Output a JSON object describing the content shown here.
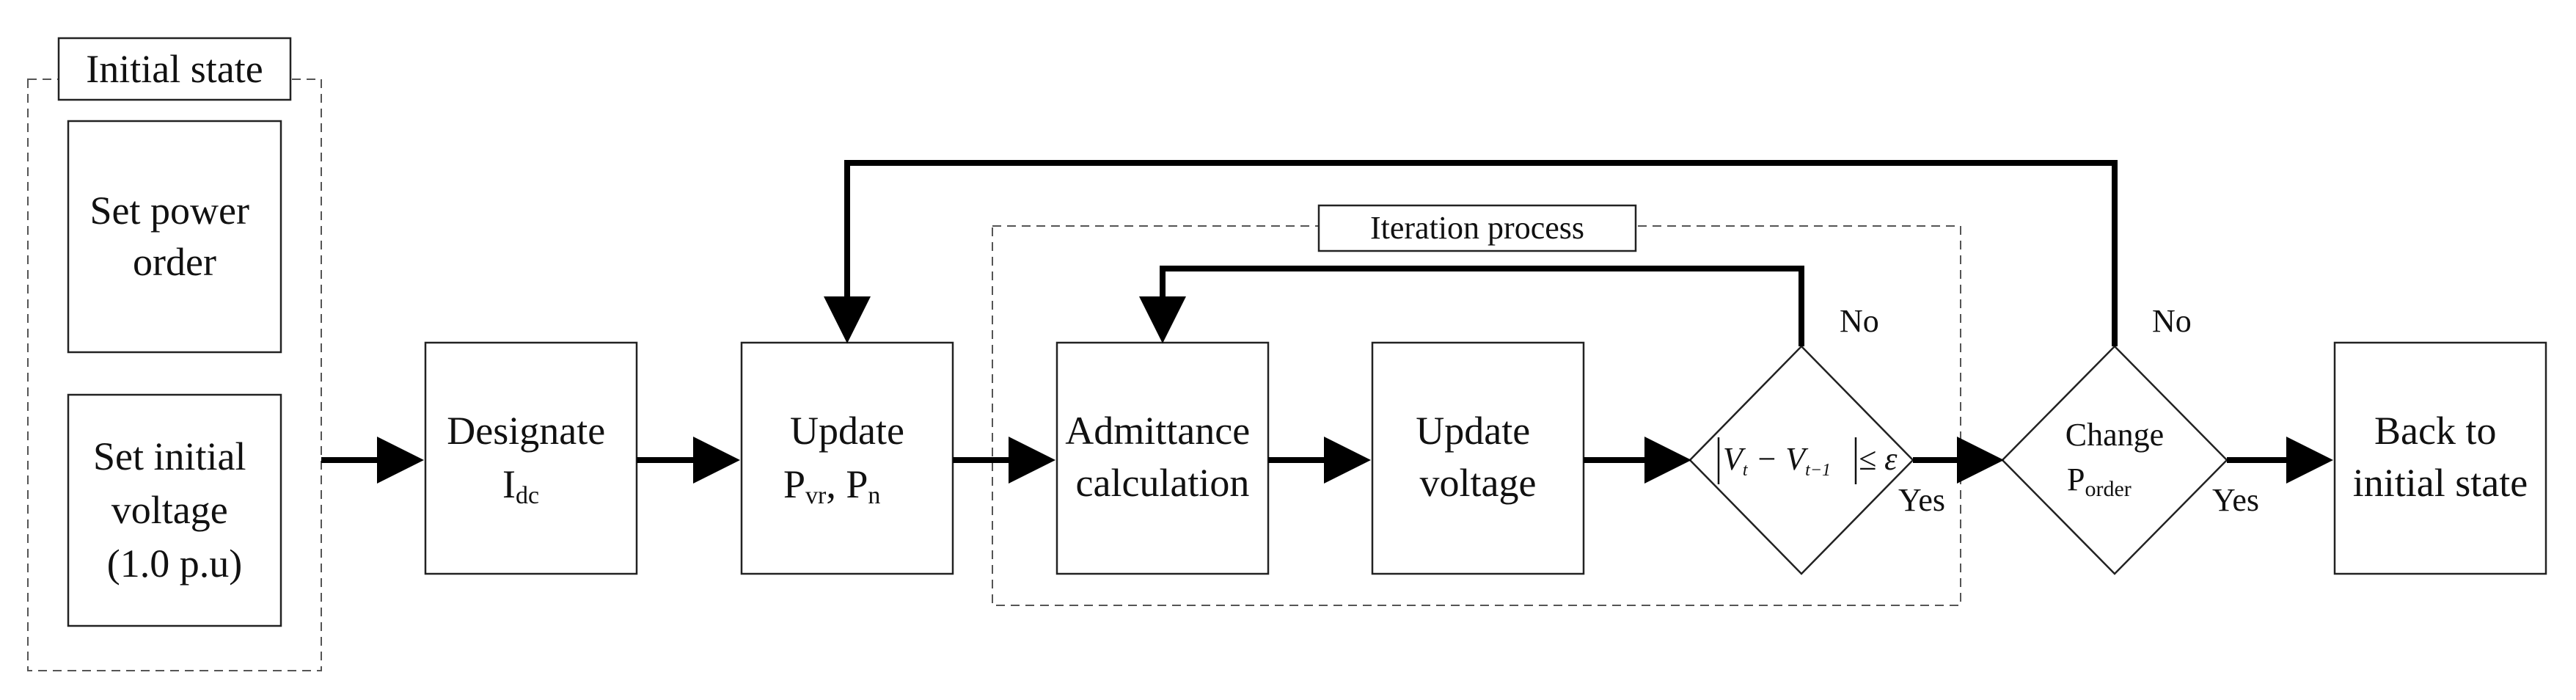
{
  "groups": {
    "initial_state": "Initial state",
    "iteration_process": "Iteration process"
  },
  "nodes": {
    "set_power_order": [
      "Set power",
      "order"
    ],
    "set_initial_voltage": [
      "Set initial",
      "voltage",
      "(1.0 p.u)"
    ],
    "designate": {
      "line1": "Designate",
      "main": "I",
      "sub": "dc"
    },
    "update_p": {
      "line1": "Update",
      "p1": "P",
      "s1": "vr",
      "sep": ", ",
      "p2": "P",
      "s2": "n"
    },
    "admittance": [
      "Admittance",
      "calculation"
    ],
    "update_voltage": [
      "Update",
      "voltage"
    ],
    "condition": {
      "v1": "V",
      "s1": "t",
      "minus": " − ",
      "v2": "V",
      "s2": "t−1",
      "le": " ≤ ",
      "eps": "ε"
    },
    "change_order": {
      "line1": "Change",
      "main": "P",
      "sub": "order"
    },
    "back": [
      "Back to",
      "initial state"
    ]
  },
  "edge_labels": {
    "no_inner": "No",
    "yes_inner": "Yes",
    "no_outer": "No",
    "yes_outer": "Yes"
  }
}
